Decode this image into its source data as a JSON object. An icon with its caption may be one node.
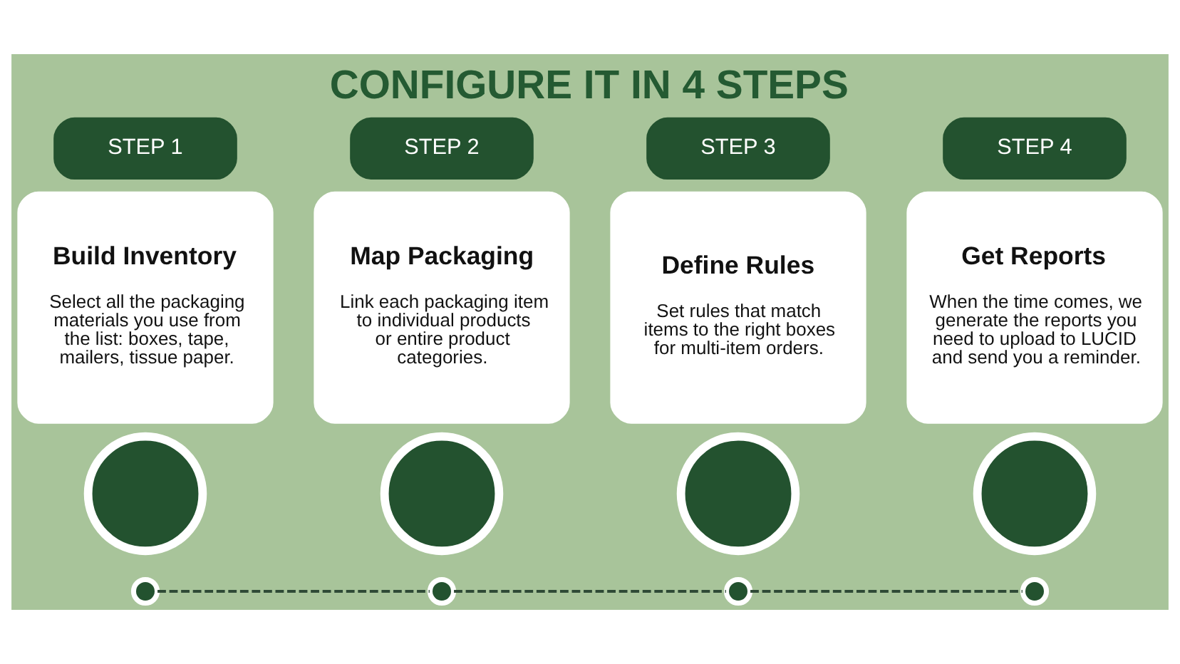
{
  "diagram": {
    "title": "CONFIGURE IT IN 4 STEPS",
    "nodes": [
      {
        "text": [
          "STEP 1"
        ]
      },
      {
        "text": [
          "Build Inventory",
          "Select all the packaging materials you use from the list: boxes, tape, mailers, tissue paper."
        ]
      },
      {
        "text": [],
        "shape": "circle"
      },
      {
        "text": [],
        "shape": "circle"
      },
      {
        "text": [
          "STEP 2"
        ]
      },
      {
        "text": [
          "Map Packaging",
          "Link each packaging item to individual products or entire product categories."
        ]
      },
      {
        "text": [],
        "shape": "circle"
      },
      {
        "text": [],
        "shape": "circle"
      },
      {
        "text": [
          "STEP 3"
        ]
      },
      {
        "text": [
          "Define Rules",
          "Set rules that match items to the right boxes for multi-item orders."
        ]
      },
      {
        "text": [],
        "shape": "circle"
      },
      {
        "text": [],
        "shape": "circle"
      },
      {
        "text": [
          "STEP 4"
        ]
      },
      {
        "text": [
          "Get Reports",
          "When the time comes, we generate the reports you need to upload to LUCID and send you a reminder."
        ]
      },
      {
        "text": [],
        "shape": "circle"
      },
      {
        "text": [],
        "shape": "circle"
      }
    ],
    "edges": [
      {
        "from": 3,
        "to": 7,
        "arrow": "none",
        "style": "dashed"
      },
      {
        "from": 7,
        "to": 11,
        "arrow": "none",
        "style": "dashed"
      },
      {
        "from": 11,
        "to": 15,
        "arrow": "none",
        "style": "dashed"
      }
    ]
  }
}
